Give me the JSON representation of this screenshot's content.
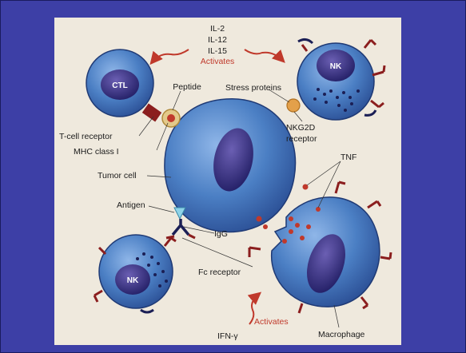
{
  "figure": {
    "cytokines": [
      "IL-2",
      "IL-12",
      "IL-15"
    ],
    "activates_top": "Activates",
    "activates_bottom": "Activates",
    "ifn": "IFN-γ",
    "cells": {
      "ctl": "CTL",
      "nk_top": "NK",
      "nk_bottom": "NK",
      "tumor": "Tumor cell",
      "macrophage": "Macrophage"
    },
    "labels": {
      "peptide": "Peptide",
      "tcr": "T-cell receptor",
      "mhc": "MHC class I",
      "stress": "Stress proteins",
      "nkg2d_1": "NKG2D",
      "nkg2d_2": "receptor",
      "tnf": "TNF",
      "antigen": "Antigen",
      "igg": "IgG",
      "fc": "Fc receptor"
    }
  },
  "colors": {
    "background": "#3d3fa6",
    "panel": "#efe9dd",
    "cell": "#3b6db3",
    "nucleus": "#2a2f7a",
    "receptor": "#8b1e1e",
    "arrow": "#c0392b"
  }
}
